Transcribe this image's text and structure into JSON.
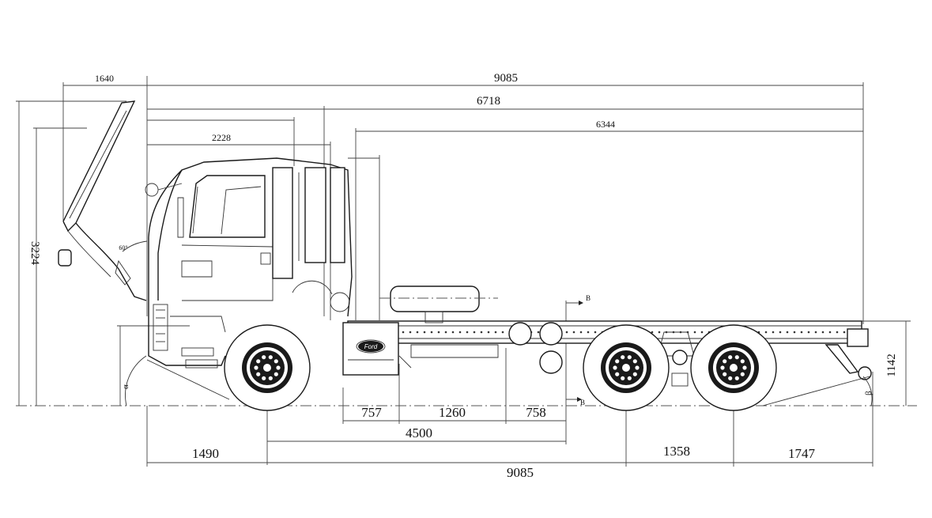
{
  "dimensions": {
    "overall_length_top": "9085",
    "cab_overhang_top": "1640",
    "length_6718": "6718",
    "length_6344": "6344",
    "cab_length": "2228",
    "height_overall": "3224",
    "frame_height": "1142",
    "seg_757": "757",
    "seg_1260": "1260",
    "seg_758": "758",
    "wheelbase": "4500",
    "front_overhang": "1490",
    "tandem_spacing": "1358",
    "rear_overhang": "1747",
    "overall_length_bottom": "9085",
    "tilt_angle": "60°",
    "section_mark_top": "B",
    "section_mark_bottom": "B",
    "angle_mark_front": "α",
    "angle_mark_rear": "β"
  },
  "logo": "Ford"
}
